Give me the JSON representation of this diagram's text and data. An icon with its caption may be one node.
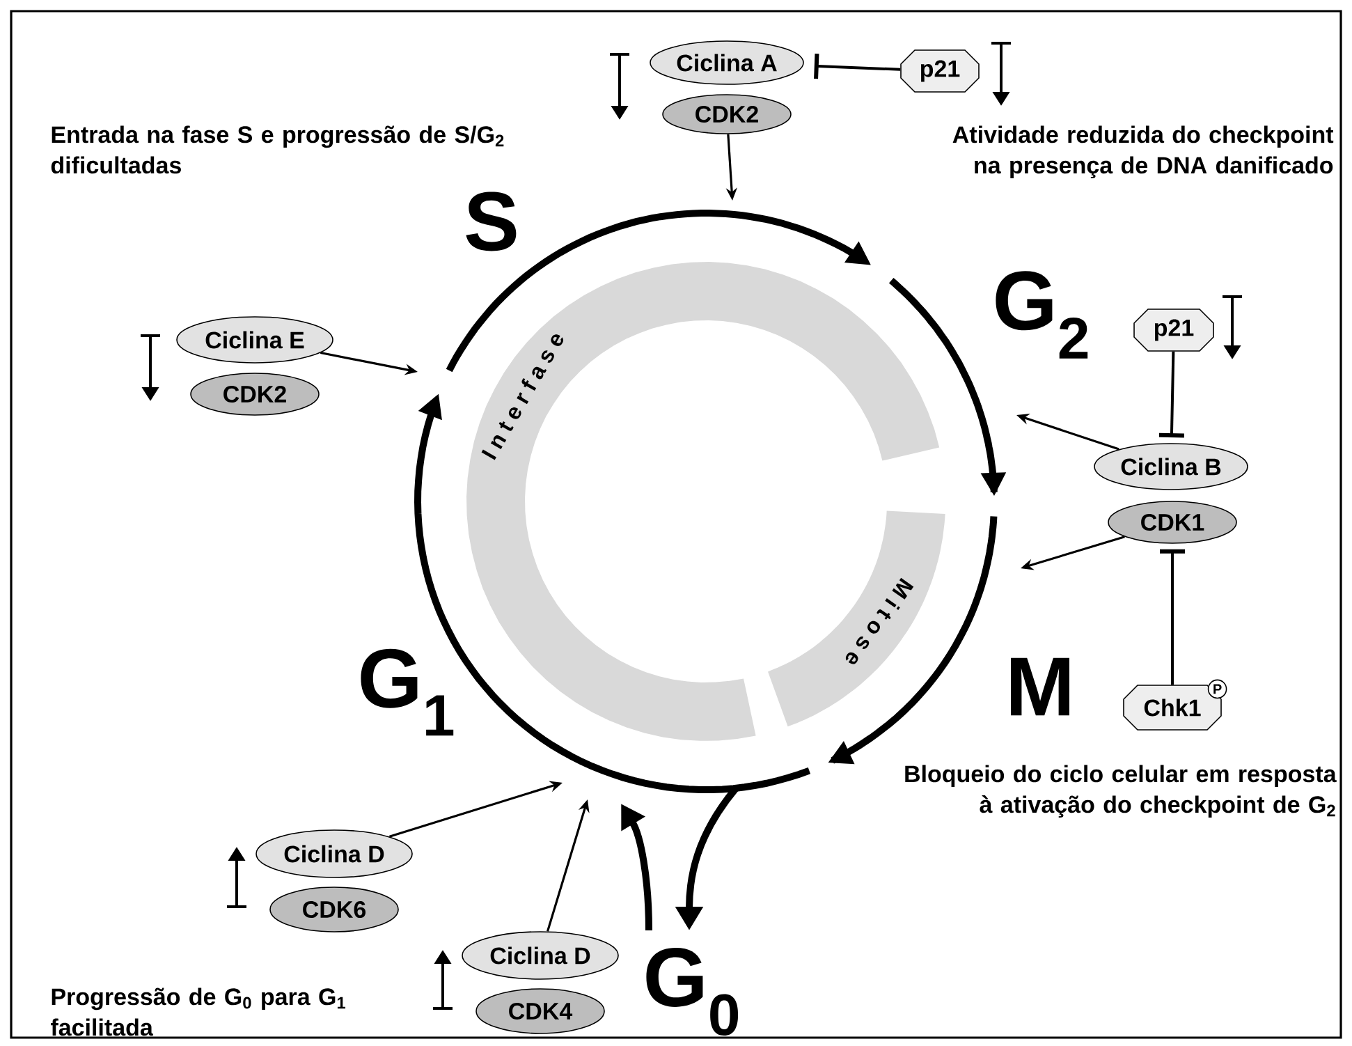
{
  "diagram": {
    "nodes": [
      {
        "text": [
          "Ciclina A"
        ]
      },
      {
        "text": [
          "CDK2"
        ]
      },
      {
        "text": [
          "p21"
        ]
      },
      {
        "text": [
          "Ciclina E"
        ]
      },
      {
        "text": [
          "CDK2"
        ]
      },
      {
        "text": [
          "p21"
        ]
      },
      {
        "text": [
          "Ciclina B"
        ]
      },
      {
        "text": [
          "CDK1"
        ]
      },
      {
        "text": [
          "Chk1"
        ],
        "beside": [
          "P"
        ]
      },
      {
        "text": [
          "Ciclina D"
        ]
      },
      {
        "text": [
          "CDK6"
        ]
      },
      {
        "text": [
          "Ciclina D"
        ]
      },
      {
        "text": [
          "CDK4"
        ]
      },
      {
        "text": [
          "I n t e r f a s e"
        ]
      },
      {
        "text": [
          "M i t o s e"
        ]
      }
    ],
    "edges": [
      {
        "from": 2,
        "to": 0,
        "arrow": "other"
      },
      {
        "from": 1,
        "to": null,
        "arrow": "to"
      },
      {
        "from": 3,
        "to": null,
        "arrow": "to"
      },
      {
        "from": 5,
        "to": 6,
        "arrow": "other"
      },
      {
        "from": 6,
        "to": null,
        "arrow": "to"
      },
      {
        "from": 7,
        "to": null,
        "arrow": "to"
      },
      {
        "from": 8,
        "to": 7,
        "arrow": "other"
      },
      {
        "from": 9,
        "to": null,
        "arrow": "to"
      },
      {
        "from": 11,
        "to": null,
        "arrow": "to"
      }
    ],
    "labels": [
      "Entrada na fase S e progressão de S/G$_{2}$ dificultadas",
      "Atividade reduzida do checkpoint na presença de DNA danificado",
      "S",
      "G$_{2}$",
      "M",
      "G$_{1}$",
      "Bloqueio do ciclo celular em resposta à ativação do checkpoint de G$_{2}$",
      "G$_{0}$",
      "Progressão de G$_{0}$ para G$_{1}$ facilitada"
    ]
  }
}
